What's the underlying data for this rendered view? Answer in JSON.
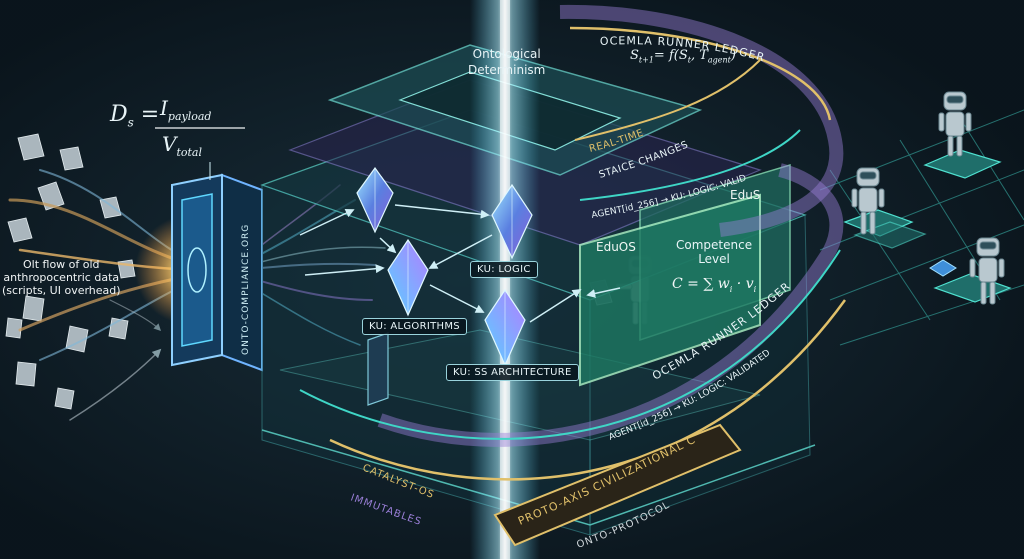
{
  "formulas": {
    "density_lhs": "D",
    "density_sub": "s",
    "density_num": "I",
    "density_num_sub": "payload",
    "density_den": "V",
    "density_den_sub": "total",
    "state": "S",
    "state_sub": "t+1",
    "state_rhs": "= f(S",
    "state_rhs_sub": "t",
    "state_comma": ", T",
    "state_agent_sub": "agent",
    "state_close": ")",
    "competence": "C = ∑ w",
    "competence_sub_i": "i",
    "competence_dot": " · v",
    "competence_sub_i2": "i"
  },
  "labels": {
    "ontological": "Ontological",
    "determinism": "Determinism",
    "old_flow_1": "Olt flow of old",
    "old_flow_2": "anthropocentric data",
    "old_flow_3": "(scripts, UI overhead)",
    "gateway": "ONTO-COMPLIANCE.ORG",
    "ku_logic": "KU: LOGIC",
    "ku_algorithms": "KU: ALGORITHMS",
    "ku_ss_arch": "KU: SS ARCHITECTURE",
    "real_time": "REAL-TIME",
    "state_changes": "STAICE CHANGES",
    "agent_line_top": "AGENT[id_256] → KU: LOGIC: VALID",
    "eduos_back": "EduS",
    "eduos_front": "EduOS",
    "competence_1": "Competence",
    "competence_2": "Level",
    "ledger_top": "OCEMLA RUNNER LEDGER",
    "ledger_mid": "OCEMLA RUNNER LEDGER",
    "agent_line_bottom": "AGENT[id_256] → KU: LOGIC: VALIDATED",
    "core": "PROTO-AXIS CIVILIZATIONAL CORE",
    "catalyst": "CATALYST-OS",
    "immutables": "IMMUTABLES",
    "onto_protocol": "ONTO-PROTOCOL"
  },
  "colors": {
    "background": "#0b1720",
    "teal": "#3fd6c6",
    "cyan": "#7fe8ff",
    "gold": "#e0c06a",
    "purple": "#9a7fd8",
    "text": "#e8f4f7"
  }
}
